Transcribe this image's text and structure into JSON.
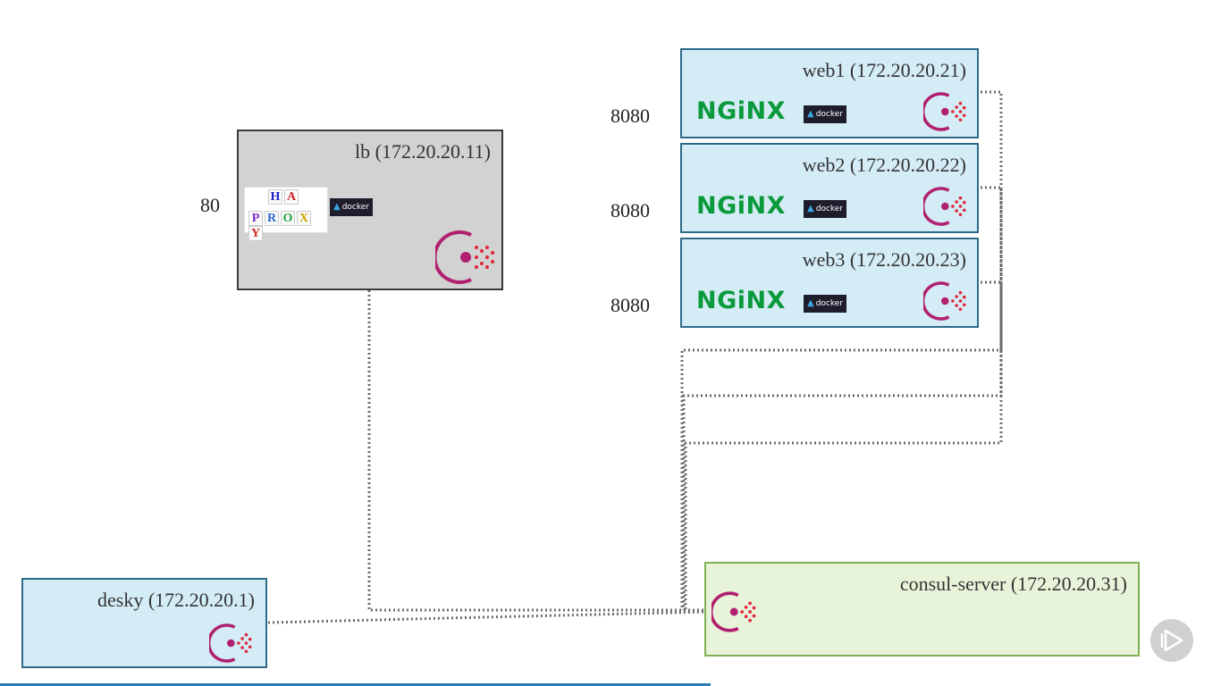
{
  "lb": {
    "title": "lb (172.20.20.11)",
    "port": "80"
  },
  "haproxy": {
    "row1": [
      "H",
      "A"
    ],
    "row2": [
      "P",
      "R",
      "O",
      "X",
      "Y"
    ]
  },
  "docker_label": "docker",
  "nginx_label": "NGiNX",
  "web": [
    {
      "title": "web1 (172.20.20.21)",
      "port": "8080"
    },
    {
      "title": "web2 (172.20.20.22)",
      "port": "8080"
    },
    {
      "title": "web3 (172.20.20.23)",
      "port": "8080"
    }
  ],
  "desky": {
    "title": "desky (172.20.20.1)"
  },
  "consul": {
    "title": "consul-server (172.20.20.31)"
  },
  "colors": {
    "consul_icon": "#b0206f",
    "web_fill": "#d4ecf6",
    "consul_fill": "#e8f4d9",
    "lb_fill": "#d2d2d2",
    "nginx_green": "#0a9a3c"
  },
  "icons": [
    "consul-icon",
    "docker-icon",
    "haproxy-logo",
    "nginx-logo",
    "play-icon"
  ]
}
